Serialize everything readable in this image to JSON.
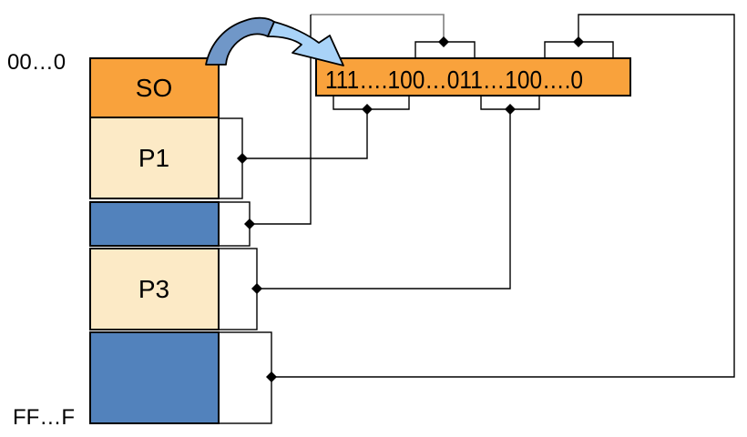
{
  "memory": {
    "address_top": "00…0",
    "address_bottom": "FF…F",
    "blocks": [
      {
        "label": "SO",
        "kind": "os-segment",
        "color": "#F9A23C"
      },
      {
        "label": "P1",
        "kind": "process",
        "color": "#FCEAC6"
      },
      {
        "label": "",
        "kind": "free",
        "color": "#5282BC"
      },
      {
        "label": "P3",
        "kind": "process",
        "color": "#FCEAC6"
      },
      {
        "label": "",
        "kind": "free",
        "color": "#5282BC"
      }
    ]
  },
  "bitmap": {
    "value": "111….100…011…100….0",
    "bar_color": "#F9A23C"
  },
  "colors": {
    "block_orange": "#F9A23C",
    "block_cream": "#FCEAC6",
    "block_blue": "#5282BC",
    "arrow_dark": "#7097C8",
    "arrow_light": "#A9D3F8",
    "line_gray": "#808080",
    "line_black": "#000000"
  }
}
